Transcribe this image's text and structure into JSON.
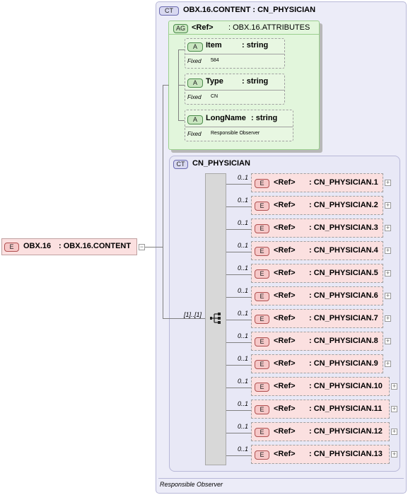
{
  "root": {
    "badge": "E",
    "name": "OBX.16",
    "type": ": OBX.16.CONTENT",
    "collapse": "−"
  },
  "complex_type": {
    "badge": "CT",
    "title": "OBX.16.CONTENT : CN_PHYSICIAN",
    "footer": "Responsible Observer"
  },
  "attr_group": {
    "badge": "AG",
    "ref": "<Ref>",
    "type": ": OBX.16.ATTRIBUTES"
  },
  "attributes": [
    {
      "badge": "A",
      "name": "Item",
      "type": ": string",
      "fixed_label": "Fixed",
      "fixed_value": "584"
    },
    {
      "badge": "A",
      "name": "Type",
      "type": ": string",
      "fixed_label": "Fixed",
      "fixed_value": "CN"
    },
    {
      "badge": "A",
      "name": "LongName",
      "type": ": string",
      "fixed_label": "Fixed",
      "fixed_value": "Responsible Observer"
    }
  ],
  "inner_type": {
    "badge": "CT",
    "title": "CN_PHYSICIAN"
  },
  "sequence": {
    "cardinality": "[1]..[1]"
  },
  "elements": [
    {
      "badge": "E",
      "cardinality": "0..1",
      "ref": "<Ref>",
      "type": ": CN_PHYSICIAN.1",
      "expand": "+"
    },
    {
      "badge": "E",
      "cardinality": "0..1",
      "ref": "<Ref>",
      "type": ": CN_PHYSICIAN.2",
      "expand": "+"
    },
    {
      "badge": "E",
      "cardinality": "0..1",
      "ref": "<Ref>",
      "type": ": CN_PHYSICIAN.3",
      "expand": "+"
    },
    {
      "badge": "E",
      "cardinality": "0..1",
      "ref": "<Ref>",
      "type": ": CN_PHYSICIAN.4",
      "expand": "+"
    },
    {
      "badge": "E",
      "cardinality": "0..1",
      "ref": "<Ref>",
      "type": ": CN_PHYSICIAN.5",
      "expand": "+"
    },
    {
      "badge": "E",
      "cardinality": "0..1",
      "ref": "<Ref>",
      "type": ": CN_PHYSICIAN.6",
      "expand": "+"
    },
    {
      "badge": "E",
      "cardinality": "0..1",
      "ref": "<Ref>",
      "type": ": CN_PHYSICIAN.7",
      "expand": "+"
    },
    {
      "badge": "E",
      "cardinality": "0..1",
      "ref": "<Ref>",
      "type": ": CN_PHYSICIAN.8",
      "expand": "+"
    },
    {
      "badge": "E",
      "cardinality": "0..1",
      "ref": "<Ref>",
      "type": ": CN_PHYSICIAN.9",
      "expand": "+"
    },
    {
      "badge": "E",
      "cardinality": "0..1",
      "ref": "<Ref>",
      "type": ": CN_PHYSICIAN.10",
      "expand": "+"
    },
    {
      "badge": "E",
      "cardinality": "0..1",
      "ref": "<Ref>",
      "type": ": CN_PHYSICIAN.11",
      "expand": "+"
    },
    {
      "badge": "E",
      "cardinality": "0..1",
      "ref": "<Ref>",
      "type": ": CN_PHYSICIAN.12",
      "expand": "+"
    },
    {
      "badge": "E",
      "cardinality": "0..1",
      "ref": "<Ref>",
      "type": ": CN_PHYSICIAN.13",
      "expand": "+"
    }
  ]
}
